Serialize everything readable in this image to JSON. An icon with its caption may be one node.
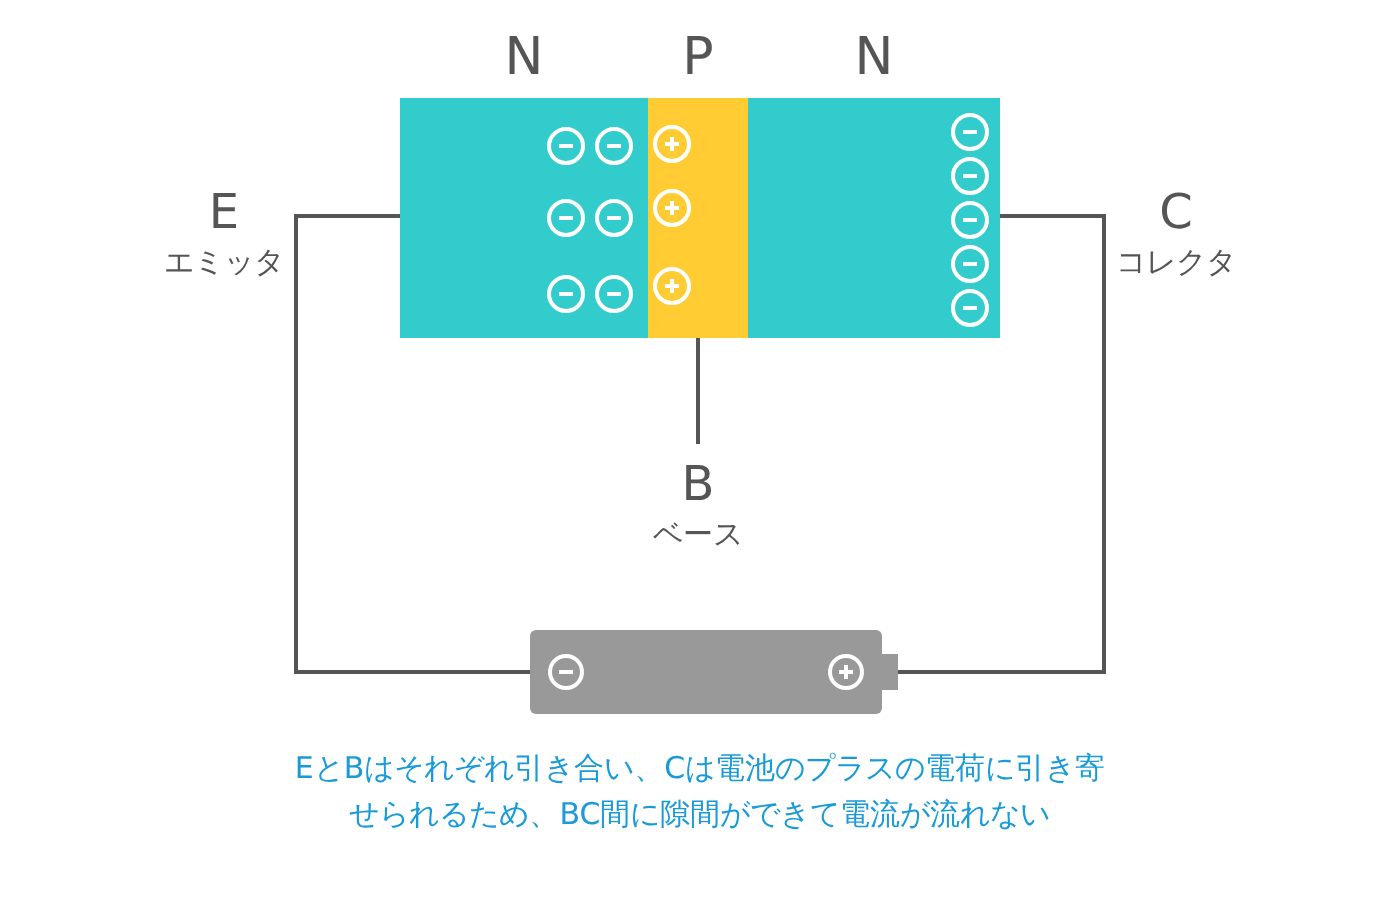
{
  "diagram": {
    "caption": "EとBはそれぞれ引き合い、Cは電池のプラスの電荷に引き寄せられるため、BC間に隙間ができて電流が流れない",
    "nodes": [
      {
        "text": [
          "N"
        ],
        "beside": [
          "E",
          "エミッタ"
        ]
      },
      {
        "text": [
          "P"
        ]
      },
      {
        "text": [
          "N"
        ],
        "beside": [
          "C",
          "コレクタ"
        ]
      },
      {
        "text": [
          "B",
          "ベース"
        ]
      },
      {
        "text": [],
        "shape": "battery"
      }
    ],
    "edges": [
      {
        "from": 0,
        "to": 4,
        "arrow": "none"
      },
      {
        "from": 2,
        "to": 4,
        "arrow": "none"
      },
      {
        "from": 1,
        "to": 3,
        "arrow": "none"
      }
    ]
  }
}
